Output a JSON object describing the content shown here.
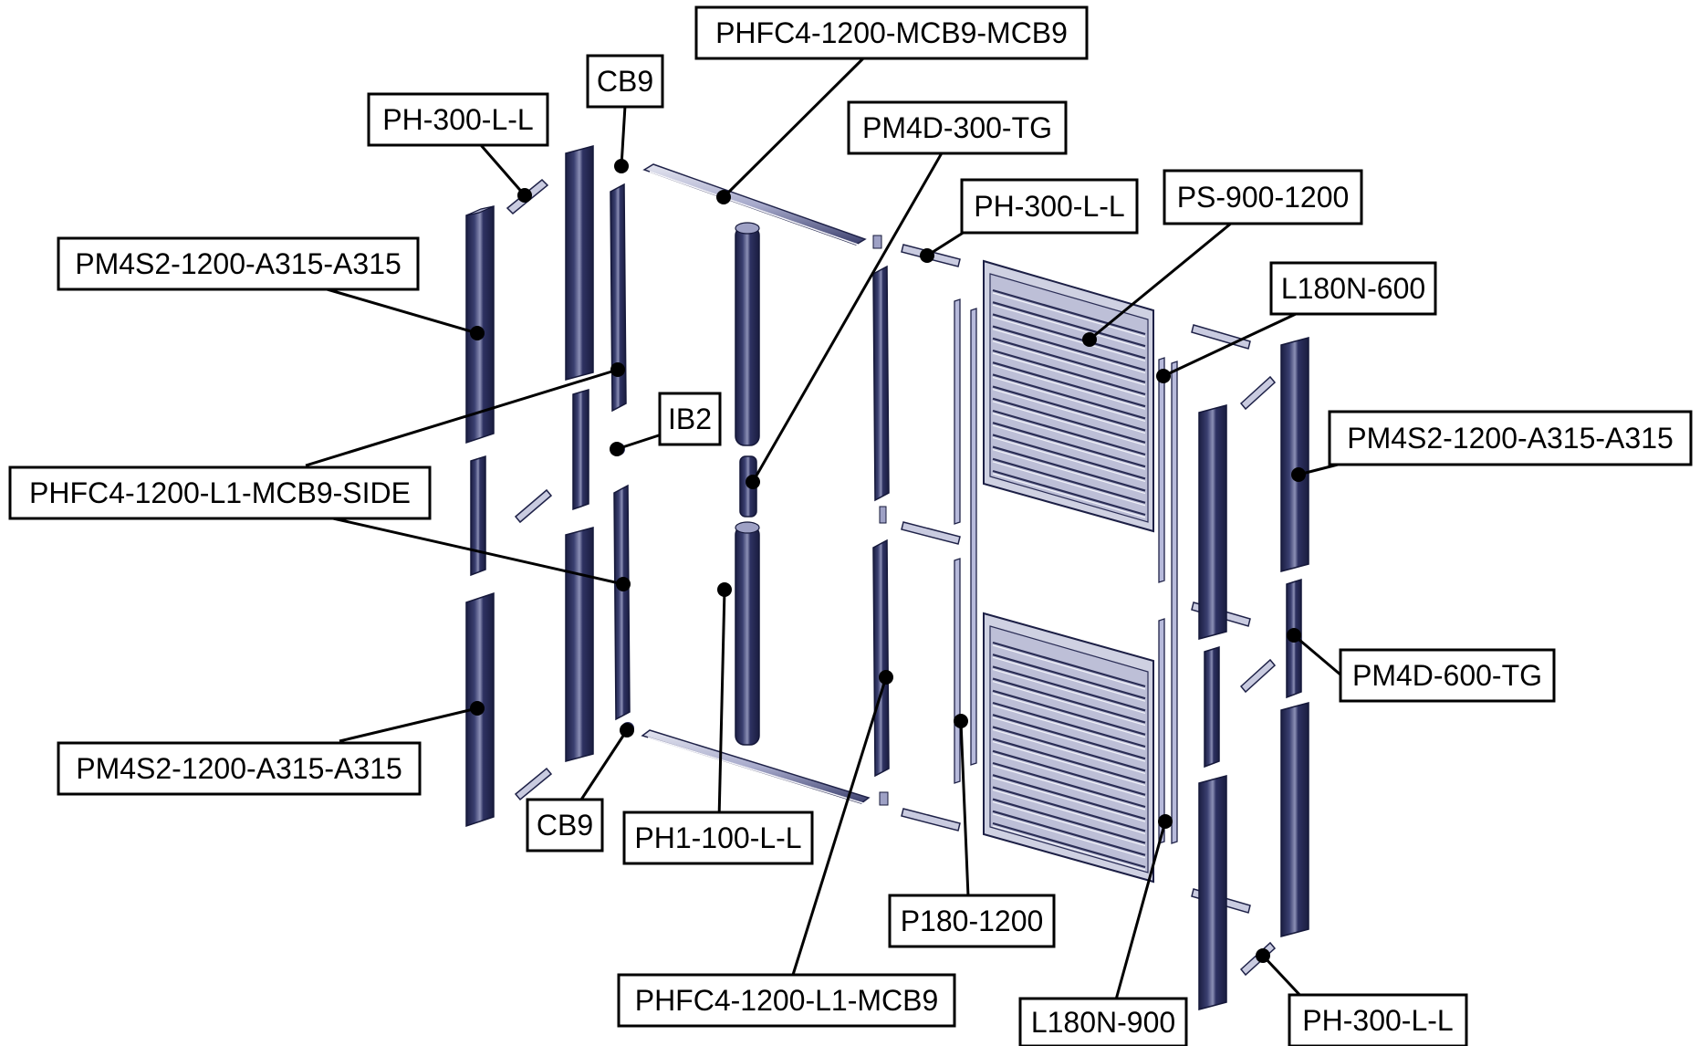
{
  "diagram": {
    "colors": {
      "profile_dark": "#2b2f5a",
      "profile_light": "#b9bcd6",
      "panel_fill": "#cfd1e2",
      "outline": "#15183a",
      "leader": "#000000"
    },
    "labels": [
      {
        "id": "phfc4-top",
        "text": "PHFC4-1200-MCB9-MCB9"
      },
      {
        "id": "cb9-top",
        "text": "CB9"
      },
      {
        "id": "ph300-top-left",
        "text": "PH-300-L-L"
      },
      {
        "id": "pm4d-300",
        "text": "PM4D-300-TG"
      },
      {
        "id": "ph300-mid",
        "text": "PH-300-L-L"
      },
      {
        "id": "ps-900",
        "text": "PS-900-1200"
      },
      {
        "id": "pm4s2-left-top",
        "text": "PM4S2-1200-A315-A315"
      },
      {
        "id": "l180n-600",
        "text": "L180N-600"
      },
      {
        "id": "ib2",
        "text": "IB2"
      },
      {
        "id": "pm4s2-right",
        "text": "PM4S2-1200-A315-A315"
      },
      {
        "id": "phfc4-side",
        "text": "PHFC4-1200-L1-MCB9-SIDE"
      },
      {
        "id": "pm4d-600",
        "text": "PM4D-600-TG"
      },
      {
        "id": "pm4s2-left-bottom",
        "text": "PM4S2-1200-A315-A315"
      },
      {
        "id": "cb9-bottom",
        "text": "CB9"
      },
      {
        "id": "ph1-100",
        "text": "PH1-100-L-L"
      },
      {
        "id": "p180",
        "text": "P180-1200"
      },
      {
        "id": "phfc4-l1",
        "text": "PHFC4-1200-L1-MCB9"
      },
      {
        "id": "l180n-900",
        "text": "L180N-900"
      },
      {
        "id": "ph300-bottom-right",
        "text": "PH-300-L-L"
      }
    ]
  }
}
